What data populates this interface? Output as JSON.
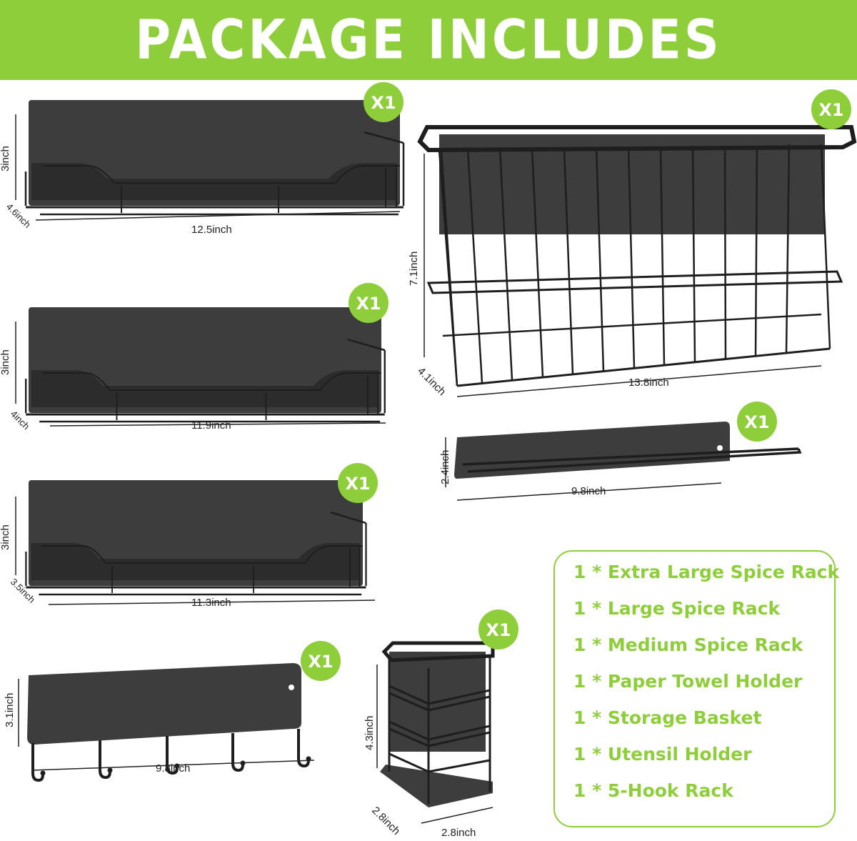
{
  "banner": {
    "title": "PACKAGE INCLUDES"
  },
  "colors": {
    "accent": "#8fce3b",
    "product": "#3d3d3d",
    "frame": "#1e1e1e",
    "text": "#222222"
  },
  "badge": "X1",
  "products": {
    "xl_rack": {
      "height": "3inch",
      "depth": "4.6inch",
      "width": "12.5inch"
    },
    "l_rack": {
      "height": "3inch",
      "depth": "4inch",
      "width": "11.9inch"
    },
    "m_rack": {
      "height": "3inch",
      "depth": "3.5inch",
      "width": "11.3inch"
    },
    "hook_rack": {
      "height": "3.1inch",
      "width": "9.8inch"
    },
    "basket": {
      "height": "7.1inch",
      "depth": "4.1inch",
      "width": "13.8inch"
    },
    "towel": {
      "height": "2.4inch",
      "width": "9.8inch"
    },
    "utensil": {
      "height": "4.3inch",
      "depth": "2.8inch",
      "width": "2.8inch"
    }
  },
  "contents_list": [
    "1 * Extra Large Spice Rack",
    "1 * Large Spice Rack",
    "1 * Medium Spice Rack",
    "1 * Paper  Towel Holder",
    "1 * Storage Basket",
    "1 * Utensil Holder",
    "1 * 5-Hook Rack"
  ]
}
